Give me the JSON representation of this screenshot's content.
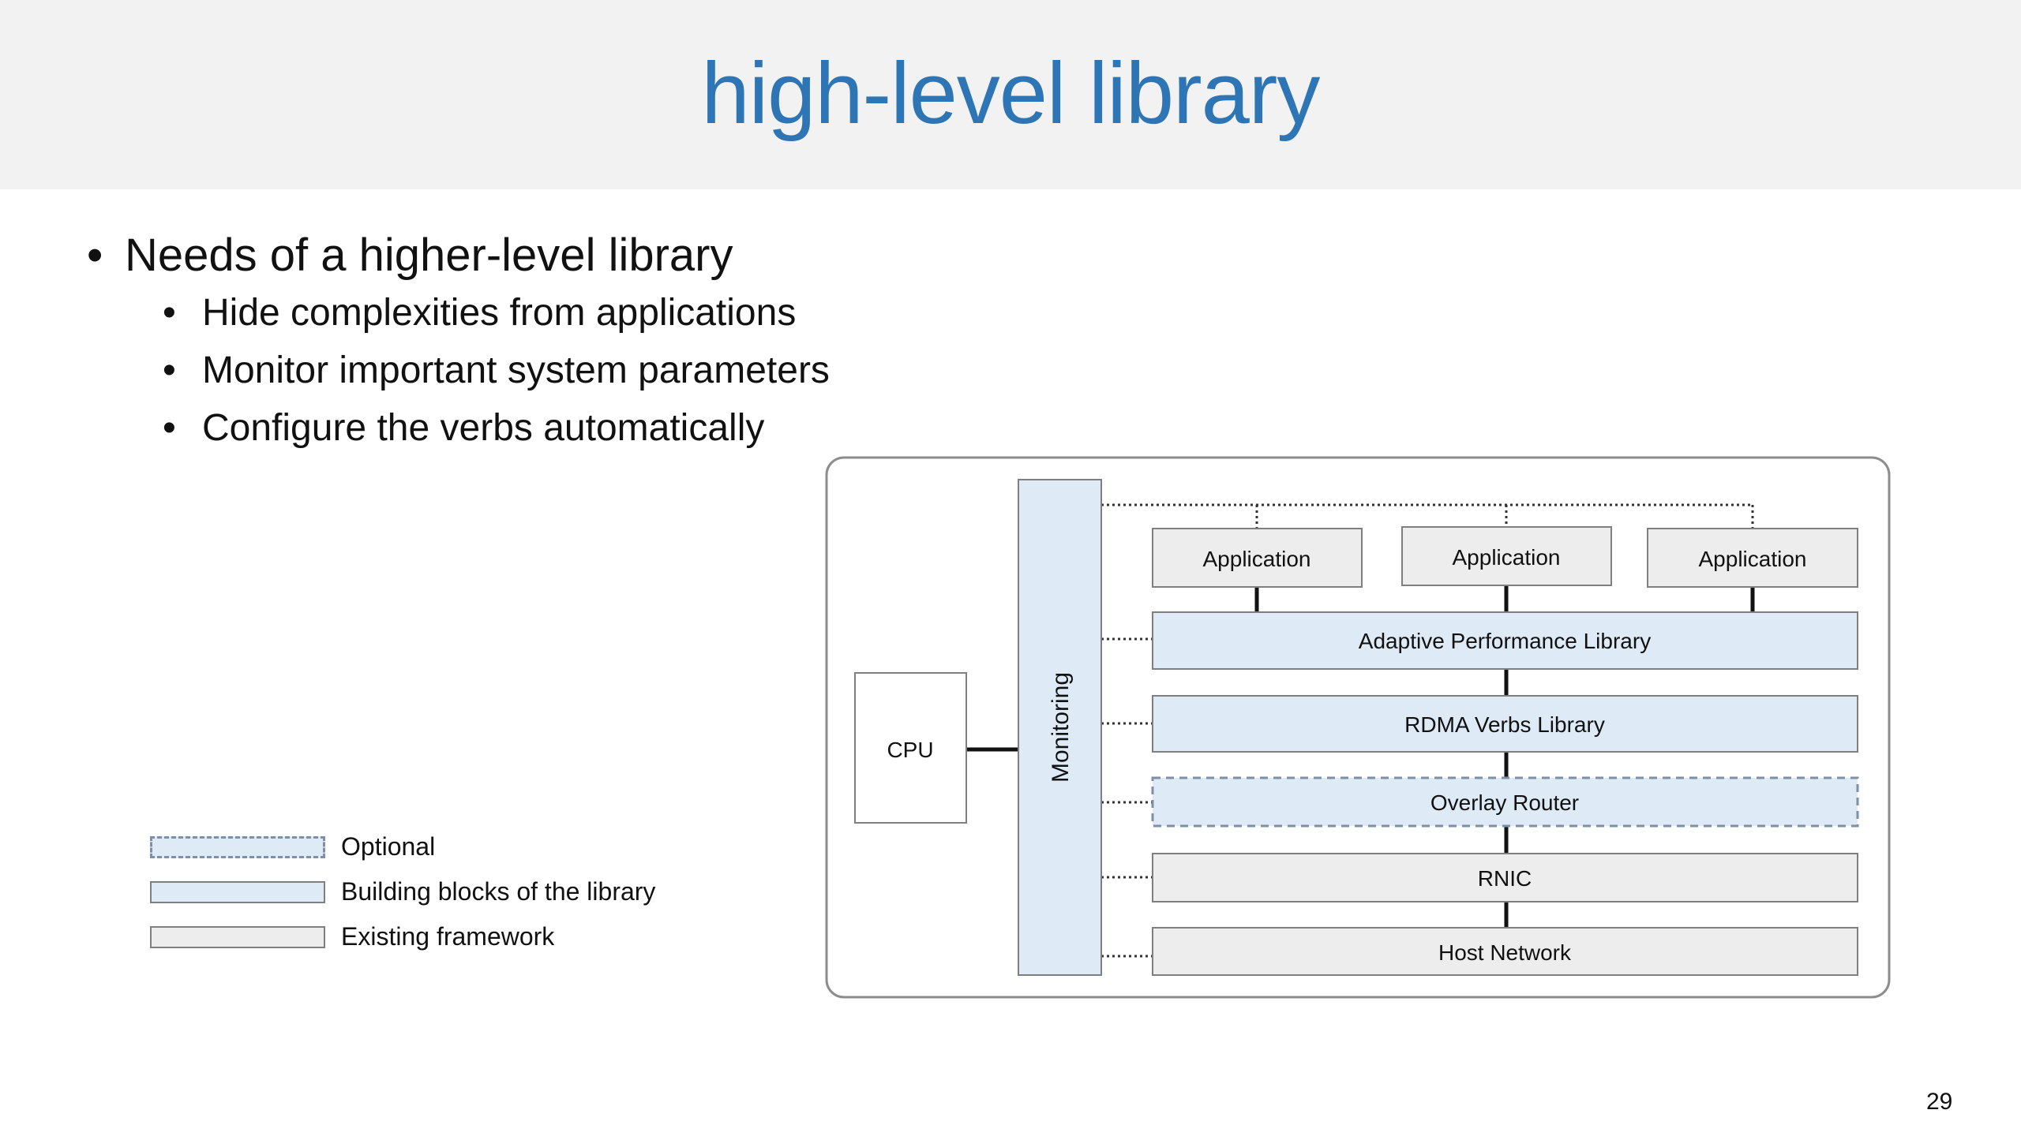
{
  "slide": {
    "title": "high-level library",
    "page_number": "29"
  },
  "bullets": {
    "main": "Needs of a higher-level library",
    "sub": [
      "Hide complexities from applications",
      "Monitor important system parameters",
      "Configure the verbs automatically"
    ]
  },
  "legend": {
    "optional": "Optional",
    "blocks": "Building blocks of the library",
    "existing": "Existing framework"
  },
  "diagram": {
    "cpu": "CPU",
    "monitoring": "Monitoring",
    "applications": [
      "Application",
      "Application",
      "Application"
    ],
    "layers": {
      "adaptive": "Adaptive Performance Library",
      "verbs": "RDMA Verbs Library",
      "overlay": "Overlay Router",
      "rnic": "RNIC",
      "host": "Host Network"
    }
  },
  "colors": {
    "title": "#2e75b6",
    "library_block": "#deebf7",
    "existing_block": "#ededed",
    "border": "#7f7f7f",
    "header_bg": "#f2f2f2"
  }
}
